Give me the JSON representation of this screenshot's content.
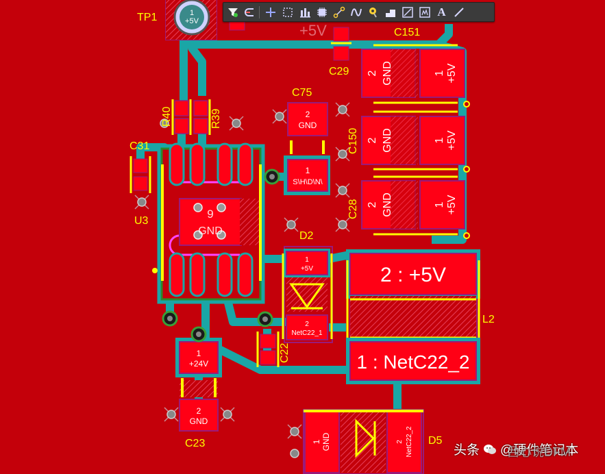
{
  "toolbar": {
    "buttons": [
      {
        "name": "filter-tool-icon"
      },
      {
        "name": "route-tool-icon"
      },
      {
        "name": "crosshair-tool-icon"
      },
      {
        "name": "select-rect-icon"
      },
      {
        "name": "align-tool-icon"
      },
      {
        "name": "component-tool-icon"
      },
      {
        "name": "net-connect-icon"
      },
      {
        "name": "interactive-route-icon"
      },
      {
        "name": "via-tool-icon"
      },
      {
        "name": "polygon-fill-icon"
      },
      {
        "name": "keepout-tool-icon"
      },
      {
        "name": "dimension-tool-icon"
      },
      {
        "name": "text-tool-icon",
        "text": "A"
      },
      {
        "name": "line-tool-icon"
      }
    ]
  },
  "designators": {
    "tp1": "TP1",
    "r40": "R40",
    "r39": "R39",
    "c31": "C31",
    "u3": "U3",
    "c75": "C75",
    "c29": "C29",
    "c151": "C151",
    "c150": "C150",
    "c28": "C28",
    "d2": "D2",
    "l2": "L2",
    "c22": "C22",
    "c23": "C23",
    "d5": "D5",
    "net_5v": "+5V"
  },
  "pads": {
    "tp1_num": "1",
    "tp1_net": "+5V",
    "c75_num": "2",
    "c75_net": "GND",
    "c75b_num": "1",
    "c75b_net": "S\\H\\D\\N\\",
    "u3_ep_num": "9",
    "u3_ep_net": "GND",
    "c151_gnd_num": "2",
    "c151_gnd_net": "GND",
    "c151_5v_num": "1",
    "c151_5v_net": "+5V",
    "c150_gnd_num": "2",
    "c150_gnd_net": "GND",
    "c150_5v_num": "1",
    "c150_5v_net": "+5V",
    "c28_gnd_num": "2",
    "c28_gnd_net": "GND",
    "c28_5v_num": "1",
    "c28_5v_net": "+5V",
    "d2_a_num": "1",
    "d2_a_net": "+5V",
    "d2_k_num": "2",
    "d2_k_net": "NetC22_1",
    "l2_top": "2 : +5V",
    "l2_bot": "1 : NetC22_2",
    "c23_a_num": "1",
    "c23_a_net": "+24V",
    "c23_b_num": "2",
    "c23_b_net": "GND",
    "d5_a_num": "1",
    "d5_a_net": "GND",
    "d5_k_num": "2",
    "d5_k_net": "NetC22_2"
  },
  "watermark": {
    "prefix": "头条",
    "text": "@硬件笔记本",
    "overlay": "吕心说DFM"
  },
  "colors": {
    "board": "#c4000a",
    "trace": "#1aa6a6",
    "pad": "#ff0015",
    "silk": "#ffff00",
    "outline": "#9a1a7a"
  }
}
